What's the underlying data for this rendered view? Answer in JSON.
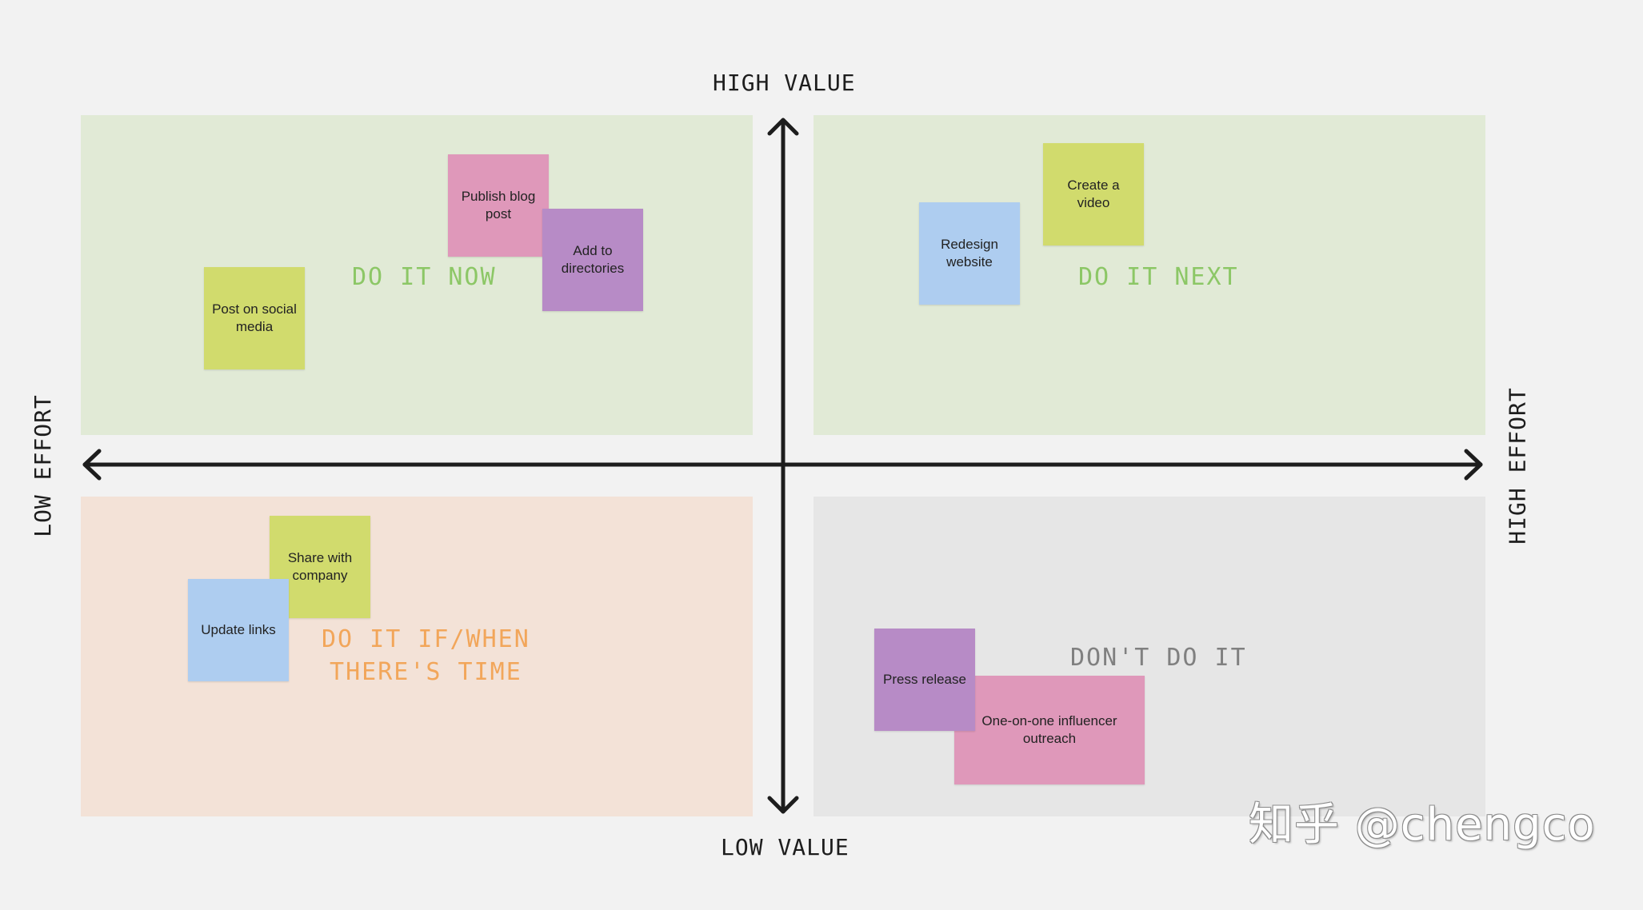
{
  "axes": {
    "top": "HIGH VALUE",
    "bottom": "LOW VALUE",
    "left": "LOW EFFORT",
    "right": "HIGH EFFORT"
  },
  "quadrants": {
    "do_it_now": "DO IT NOW",
    "do_it_next": "DO IT NEXT",
    "do_it_if_time": "DO IT IF/WHEN\nTHERE'S TIME",
    "dont_do_it": "DON'T DO IT"
  },
  "notes": {
    "publish_blog_post": "Publish blog post",
    "add_to_directories": "Add to directories",
    "post_on_social_media": "Post on social media",
    "create_a_video": "Create a video",
    "redesign_website": "Redesign website",
    "share_with_company": "Share with company",
    "update_links": "Update links",
    "press_release": "Press release",
    "one_on_one_influencer_outreach": "One-on-one influencer outreach"
  },
  "watermark": "知乎 @chengco",
  "colors": {
    "background": "#f2f2f2",
    "quadrant_green": "#e1ead6",
    "quadrant_orange": "#f3e2d7",
    "quadrant_grey": "#e6e6e6",
    "label_green": "#8cc766",
    "label_orange": "#f2a65a",
    "label_grey": "#808080",
    "note_pink": "#df98ba",
    "note_purple": "#b78bc6",
    "note_yellow": "#d1db6d",
    "note_blue": "#aecdf0",
    "axis": "#1d1d1d"
  }
}
